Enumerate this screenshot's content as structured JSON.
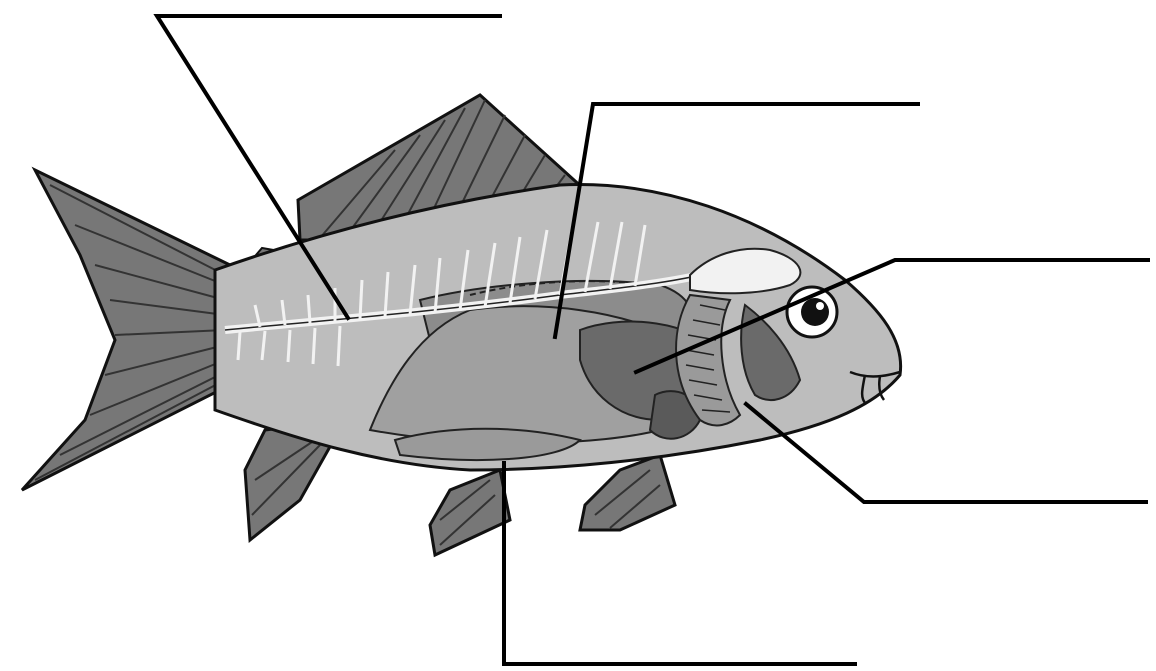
{
  "figure": {
    "subject": "",
    "colors": {
      "background": "#ffffff",
      "outline": "#111111",
      "body_fill": "#bdbdbd",
      "fin_fill": "#777777",
      "organ_dark": "#6a6a6a",
      "organ_mid": "#8c8c8c",
      "organ_light": "#a8a8a8",
      "bone": "#f2f2f2",
      "leader_line": "#000000"
    }
  },
  "labels": [
    {
      "id": "label-top-left",
      "text": ""
    },
    {
      "id": "label-top-middle",
      "text": ""
    },
    {
      "id": "label-right-upper",
      "text": ""
    },
    {
      "id": "label-right-lower",
      "text": ""
    },
    {
      "id": "label-bottom",
      "text": ""
    }
  ]
}
